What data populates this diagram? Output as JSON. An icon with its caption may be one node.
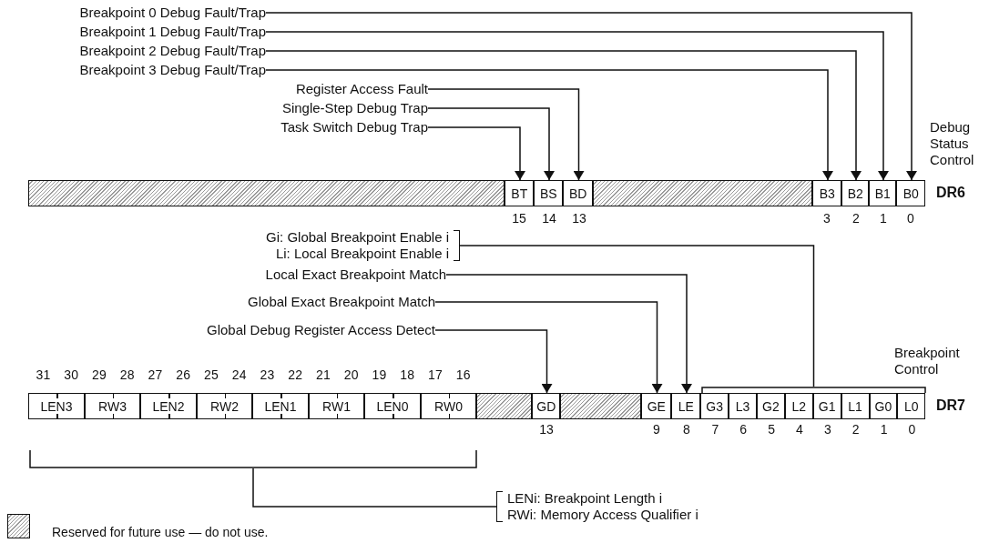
{
  "diagram": {
    "nodes": [
      {
        "text": [
          "Breakpoint 0 Debug Fault/Trap"
        ]
      },
      {
        "text": [
          "Breakpoint 1 Debug Fault/Trap"
        ]
      },
      {
        "text": [
          "Breakpoint 2 Debug Fault/Trap"
        ]
      },
      {
        "text": [
          "Breakpoint 3 Debug Fault/Trap"
        ]
      },
      {
        "text": [
          "Register Access Fault"
        ]
      },
      {
        "text": [
          "Single-Step Debug Trap"
        ]
      },
      {
        "text": [
          "Task Switch Debug Trap"
        ]
      },
      {
        "text": [],
        "shape": "box"
      },
      {
        "text": [
          "BT"
        ]
      },
      {
        "text": [
          "BS"
        ]
      },
      {
        "text": [
          "BD"
        ]
      },
      {
        "text": [],
        "shape": "box"
      },
      {
        "text": [
          "B3"
        ]
      },
      {
        "text": [
          "B2"
        ]
      },
      {
        "text": [
          "B1"
        ]
      },
      {
        "text": [
          "B0"
        ]
      },
      {
        "text": [
          "Gi: Global Breakpoint Enable i",
          "Li: Local Breakpoint Enable i"
        ]
      },
      {
        "text": [
          "Local Exact Breakpoint Match"
        ]
      },
      {
        "text": [
          "Global Exact Breakpoint Match"
        ]
      },
      {
        "text": [
          "Global Debug Register Access Detect"
        ]
      },
      {
        "text": [],
        "shape": "bracket"
      },
      {
        "text": [
          "LEN3"
        ],
        "in": 20
      },
      {
        "text": [
          "RW3"
        ],
        "in": 20
      },
      {
        "text": [
          "LEN2"
        ],
        "in": 20
      },
      {
        "text": [
          "RW2"
        ],
        "in": 20
      },
      {
        "text": [
          "LEN1"
        ],
        "in": 20
      },
      {
        "text": [
          "RW1"
        ],
        "in": 20
      },
      {
        "text": [
          "LEN0"
        ],
        "in": 20
      },
      {
        "text": [
          "RW0"
        ],
        "in": 20
      },
      {
        "text": [],
        "shape": "box"
      },
      {
        "text": [
          "GD"
        ]
      },
      {
        "text": [],
        "shape": "box"
      },
      {
        "text": [
          "GE"
        ]
      },
      {
        "text": [
          "LE"
        ]
      },
      {
        "text": [],
        "shape": "bracket",
        "beside": [
          "Breakpoint Control"
        ]
      },
      {
        "text": [
          "G3"
        ],
        "in": 34
      },
      {
        "text": [
          "L3"
        ],
        "in": 34
      },
      {
        "text": [
          "G2"
        ],
        "in": 34
      },
      {
        "text": [
          "L2"
        ],
        "in": 34
      },
      {
        "text": [
          "G1"
        ],
        "in": 34
      },
      {
        "text": [
          "L1"
        ],
        "in": 34
      },
      {
        "text": [
          "G0"
        ],
        "in": 34
      },
      {
        "text": [
          "L0"
        ],
        "in": 34
      },
      {
        "text": [
          "LENi: Breakpoint Length i",
          "RWi: Memory Access Qualifier i"
        ]
      }
    ],
    "edges": [
      {
        "from": 0,
        "to": 15,
        "arrow": "to"
      },
      {
        "from": 1,
        "to": 14,
        "arrow": "to"
      },
      {
        "from": 2,
        "to": 13,
        "arrow": "to"
      },
      {
        "from": 3,
        "to": 12,
        "arrow": "to"
      },
      {
        "from": 4,
        "to": 10,
        "arrow": "to"
      },
      {
        "from": 5,
        "to": 9,
        "arrow": "to"
      },
      {
        "from": 6,
        "to": 8,
        "arrow": "to"
      },
      {
        "from": 16,
        "to": 34,
        "arrow": "none"
      },
      {
        "from": 17,
        "to": 33,
        "arrow": "to"
      },
      {
        "from": 18,
        "to": 32,
        "arrow": "to"
      },
      {
        "from": 19,
        "to": 30,
        "arrow": "to"
      },
      {
        "from": 20,
        "to": 43,
        "arrow": "none"
      }
    ],
    "labels": [
      "Debug Status Control",
      "DR6",
      "15",
      "14",
      "13",
      "3",
      "2",
      "1",
      "0",
      "31",
      "30",
      "29",
      "28",
      "27",
      "26",
      "25",
      "24",
      "23",
      "22",
      "21",
      "20",
      "19",
      "18",
      "17",
      "16",
      "DR7",
      "13",
      "9",
      "8",
      "7",
      "6",
      "5",
      "4",
      "3",
      "2",
      "1",
      "0"
    ],
    "legend": [
      {
        "text": "Reserved for future use — do not use."
      }
    ]
  }
}
